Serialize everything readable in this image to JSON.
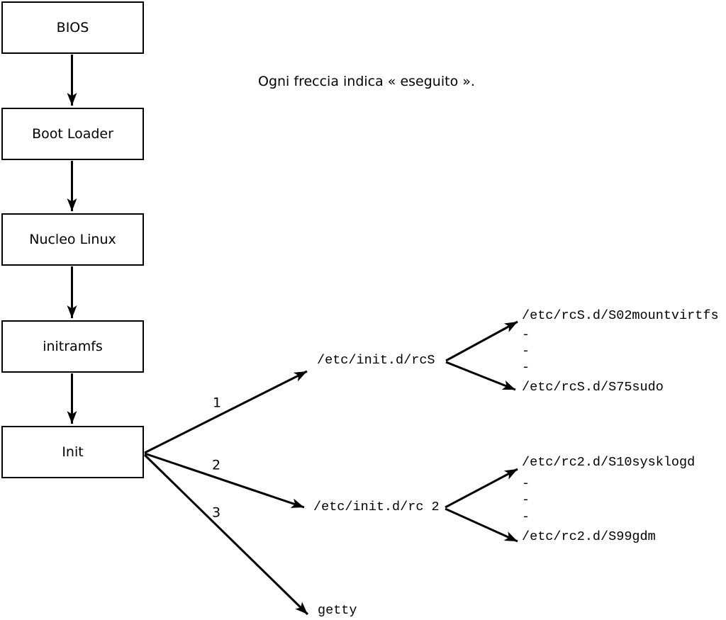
{
  "note": "Ogni freccia indica « eseguito ».",
  "boot_chain": {
    "boxes": [
      {
        "label": "BIOS"
      },
      {
        "label": "Boot Loader"
      },
      {
        "label": "Nucleo Linux"
      },
      {
        "label": "initramfs"
      },
      {
        "label": "Init"
      }
    ]
  },
  "branches": [
    {
      "order": "1",
      "target": "/etc/init.d/rcS",
      "children": [
        "/etc/rcS.d/S02mountvirtfs",
        "-",
        "-",
        "-",
        "/etc/rcS.d/S75sudo"
      ]
    },
    {
      "order": "2",
      "target": "/etc/init.d/rc 2",
      "children": [
        "/etc/rc2.d/S10sysklogd",
        "-",
        "-",
        "-",
        "/etc/rc2.d/S99gdm"
      ]
    },
    {
      "order": "3",
      "target": "getty",
      "children": []
    }
  ],
  "colors": {
    "line": "#000000",
    "background": "#ffffff"
  }
}
